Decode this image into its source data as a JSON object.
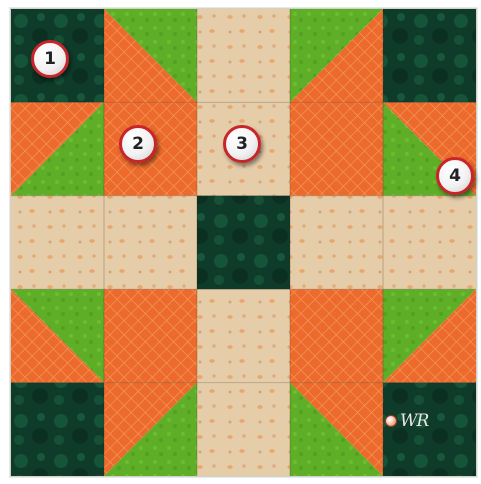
{
  "colors": {
    "dark_green": "#0e3b2a",
    "lime_green": "#5fae28",
    "orange": "#ec6a2b",
    "beige": "#e6cdaa"
  },
  "markers": [
    "1",
    "2",
    "3",
    "4"
  ],
  "signature": "WR"
}
